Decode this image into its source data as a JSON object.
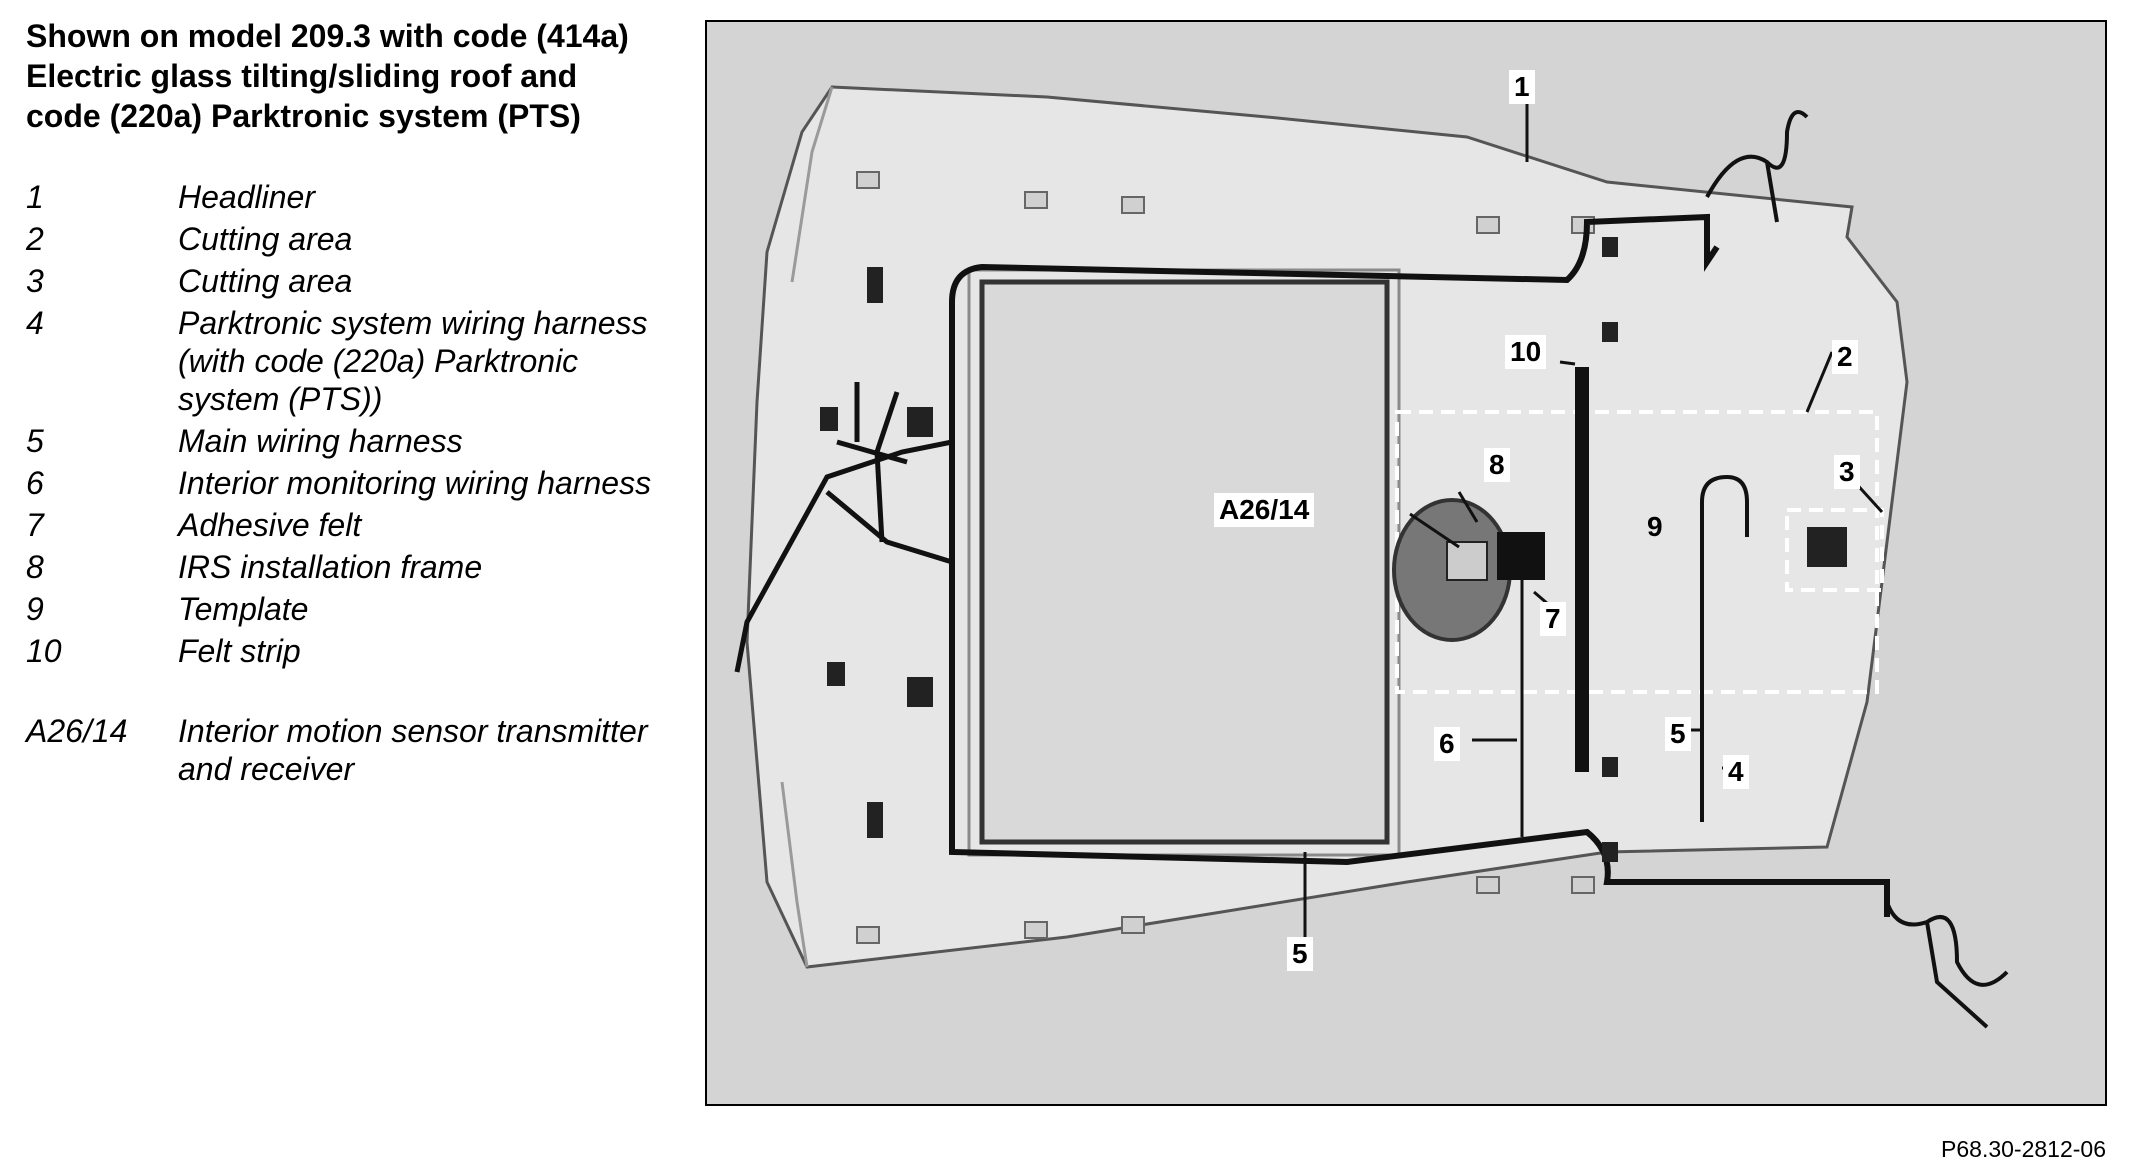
{
  "title_lines": [
    "Shown on model 209.3 with code (414a)",
    "Electric glass tilting/sliding roof and",
    "code (220a) Parktronic system (PTS)"
  ],
  "legend": [
    {
      "num": "1",
      "lines": [
        "Headliner"
      ]
    },
    {
      "num": "2",
      "lines": [
        "Cutting area"
      ]
    },
    {
      "num": "3",
      "lines": [
        "Cutting area"
      ]
    },
    {
      "num": "4",
      "lines": [
        "Parktronic system wiring harness",
        "(with code (220a) Parktronic",
        "system (PTS))"
      ]
    },
    {
      "num": "5",
      "lines": [
        "Main wiring harness"
      ]
    },
    {
      "num": "6",
      "lines": [
        "Interior monitoring wiring harness"
      ]
    },
    {
      "num": "7",
      "lines": [
        "Adhesive felt"
      ]
    },
    {
      "num": "8",
      "lines": [
        "IRS installation frame"
      ]
    },
    {
      "num": "9",
      "lines": [
        "Template"
      ]
    },
    {
      "num": "10",
      "lines": [
        "Felt strip"
      ]
    }
  ],
  "legend_extra": [
    {
      "num": "A26/14",
      "lines": [
        "Interior motion sensor transmitter",
        "and receiver"
      ]
    }
  ],
  "callouts": {
    "c1": "1",
    "c2": "2",
    "c3": "3",
    "c4": "4",
    "c5a": "5",
    "c5b": "5",
    "c6": "6",
    "c7": "7",
    "c8": "8",
    "c9": "9",
    "c10": "10",
    "a26": "A26/14"
  },
  "figure_code": "P68.30-2812-06"
}
